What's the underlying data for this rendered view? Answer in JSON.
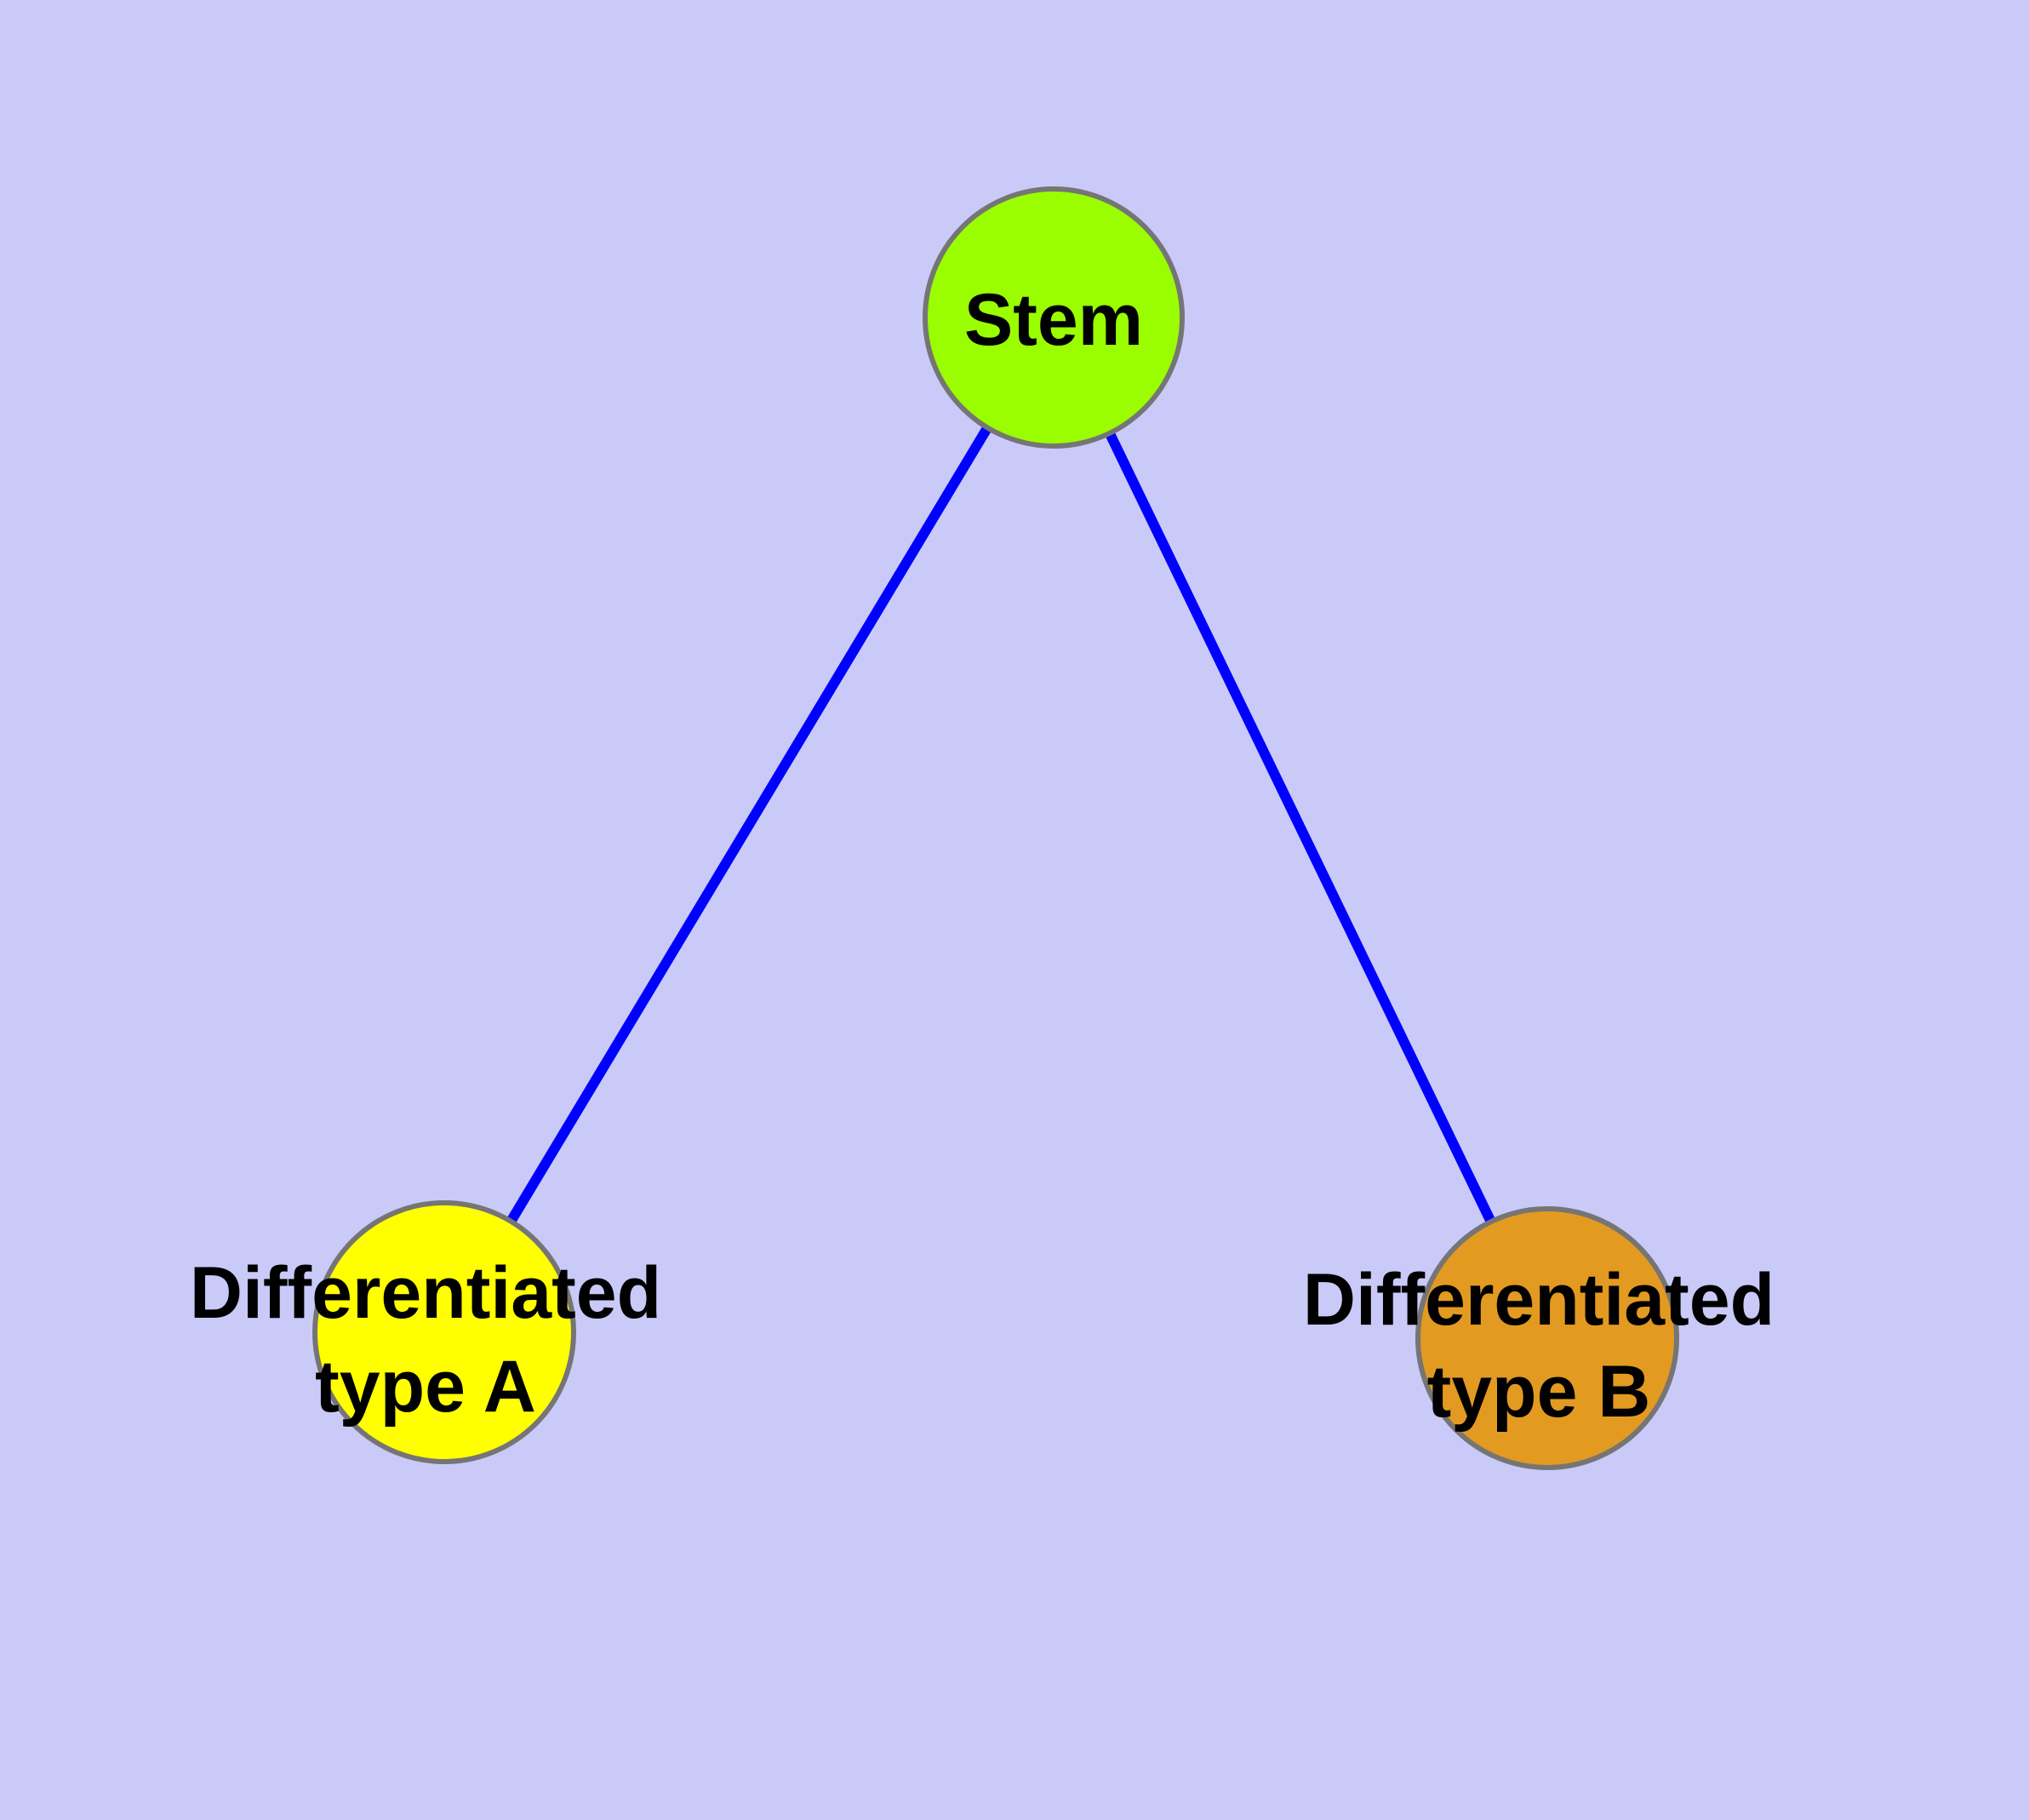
{
  "diagram": {
    "type": "node-link-graph",
    "background_color": "#CACAF8",
    "edge_color": "#0000FF",
    "node_border_color": "#757575",
    "text_color": "#000000",
    "nodes": [
      {
        "id": "stem",
        "label": "Stem",
        "label_lines": [
          "Stem"
        ],
        "fill": "#9AFE00"
      },
      {
        "id": "differentiated-type-a",
        "label": "Differentiated type A",
        "label_lines": [
          "Differentiated",
          "type A"
        ],
        "fill": "#FFFF00"
      },
      {
        "id": "differentiated-type-b",
        "label": "Differentiated type B",
        "label_lines": [
          "Differentiated",
          "type B"
        ],
        "fill": "#E39A20"
      }
    ],
    "edges": [
      {
        "from": "Stem",
        "to": "Differentiated type A"
      },
      {
        "from": "Stem",
        "to": "Differentiated type B"
      }
    ]
  }
}
